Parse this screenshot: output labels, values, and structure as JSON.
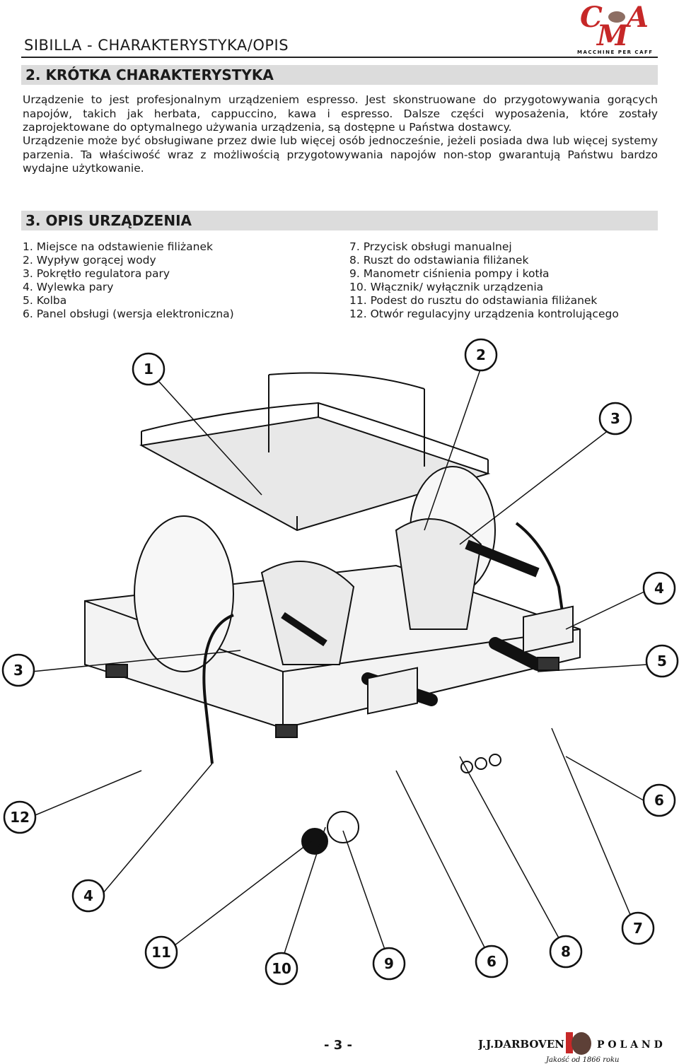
{
  "header": {
    "title": "SIBILLA - CHARAKTERYSTYKA/OPIS",
    "logo_letters": [
      "C",
      "M",
      "A"
    ],
    "logo_tagline": "MACCHINE PER CAFFÈ",
    "brand_color": "#c62828"
  },
  "section2": {
    "heading": "2. KRÓTKA CHARAKTERYSTYKA",
    "paragraph1": "Urządzenie to jest profesjonalnym urządzeniem espresso. Jest skonstruowane do przygotowywania gorących napojów, takich jak herbata, cappuccino, kawa i espresso. Dalsze części wyposażenia, które zostały zaprojektowane do optymalnego używania urządzenia, są dostępne u Państwa dostawcy.",
    "paragraph2": "Urządzenie może być obsługiwane przez dwie lub więcej osób jednocześnie, jeżeli posiada dwa lub więcej systemy parzenia. Ta właściwość wraz z możliwością przygotowywania napojów non-stop gwarantują Państwu bardzo wydajne użytkowanie."
  },
  "section3": {
    "heading": "3. OPIS URZĄDZENIA",
    "list_left": [
      "1. Miejsce na odstawienie filiżanek",
      "2. Wypływ gorącej wody",
      "3. Pokrętło regulatora pary",
      "4. Wylewka pary",
      "5. Kolba",
      "6. Panel obsługi (wersja elektroniczna)"
    ],
    "list_right": [
      "7. Przycisk obsługi manualnej",
      "8. Ruszt do odstawiania filiżanek",
      "9. Manometr ciśnienia pompy i kotła",
      "10. Włącznik/ wyłącznik urządzenia",
      "11. Podest do rusztu do odstawiania filiżanek",
      "12. Otwór regulacyjny urządzenia kontrolującego"
    ]
  },
  "diagram": {
    "callouts": [
      "1",
      "2",
      "3",
      "3",
      "4",
      "5",
      "6",
      "12",
      "4",
      "11",
      "10",
      "9",
      "6",
      "8",
      "7"
    ]
  },
  "footer": {
    "page_number": "- 3 -",
    "brand": "J.J.DARBOVEN",
    "country": "P O L A N D",
    "tagline": "Jakość od 1866 roku"
  }
}
